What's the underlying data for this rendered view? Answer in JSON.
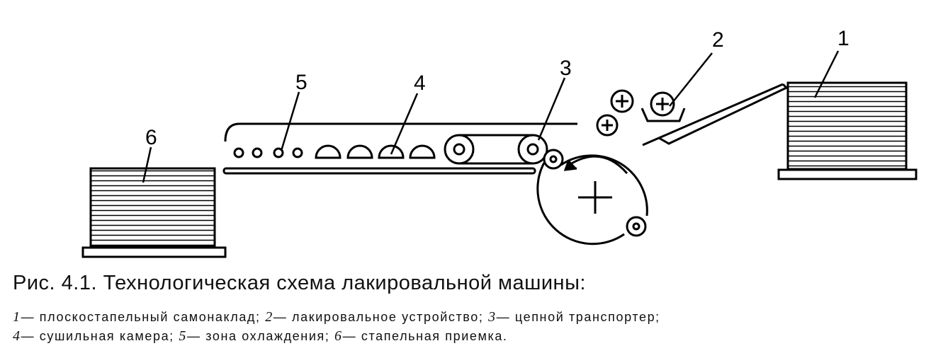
{
  "callouts": {
    "n1": "1",
    "n2": "2",
    "n3": "3",
    "n4": "4",
    "n5": "5",
    "n6": "6"
  },
  "caption": {
    "title": "Рис. 4.1. Технологическая схема лакировальной машины:",
    "legend": [
      {
        "num": "1",
        "text": "— плоскостапельный самонаклад; "
      },
      {
        "num": "2",
        "text": "— лакировальное устройство; "
      },
      {
        "num": "3",
        "text": "— цепной транспортер;"
      },
      {
        "num": "4",
        "text": "— сушильная камера; "
      },
      {
        "num": "5",
        "text": "— зона охлаждения; "
      },
      {
        "num": "6",
        "text": "— стапельная приемка."
      }
    ]
  }
}
